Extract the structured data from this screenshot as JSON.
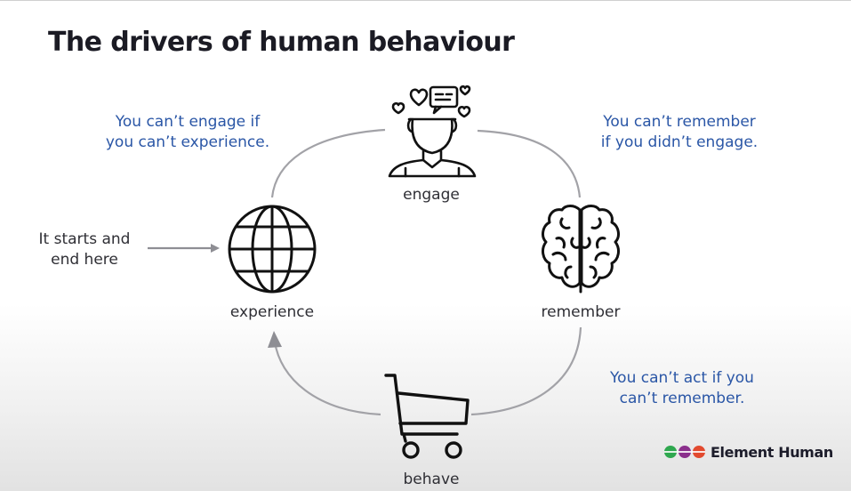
{
  "slide": {
    "title": "The drivers of human behaviour"
  },
  "notes": {
    "engage_if_experience": "You can’t engage if\nyou can’t experience.",
    "remember_if_engage": "You can’t remember\nif you didn’t engage.",
    "act_if_remember": "You can’t act if you\ncan’t remember.",
    "start_end": "It starts and\nend here"
  },
  "nodes": {
    "experience": {
      "label": "experience",
      "icon": "globe-icon"
    },
    "engage": {
      "label": "engage",
      "icon": "person-thinking-icon"
    },
    "remember": {
      "label": "remember",
      "icon": "brain-icon"
    },
    "behave": {
      "label": "behave",
      "icon": "shopping-cart-icon"
    }
  },
  "brand": {
    "name": "Element Human",
    "logo_colors": [
      "#2fa84f",
      "#8b2f8c",
      "#e24a2f"
    ]
  },
  "colors": {
    "note_text": "#2a56a6",
    "cycle_line": "#9a9a9e",
    "title_text": "#1b1b24"
  }
}
